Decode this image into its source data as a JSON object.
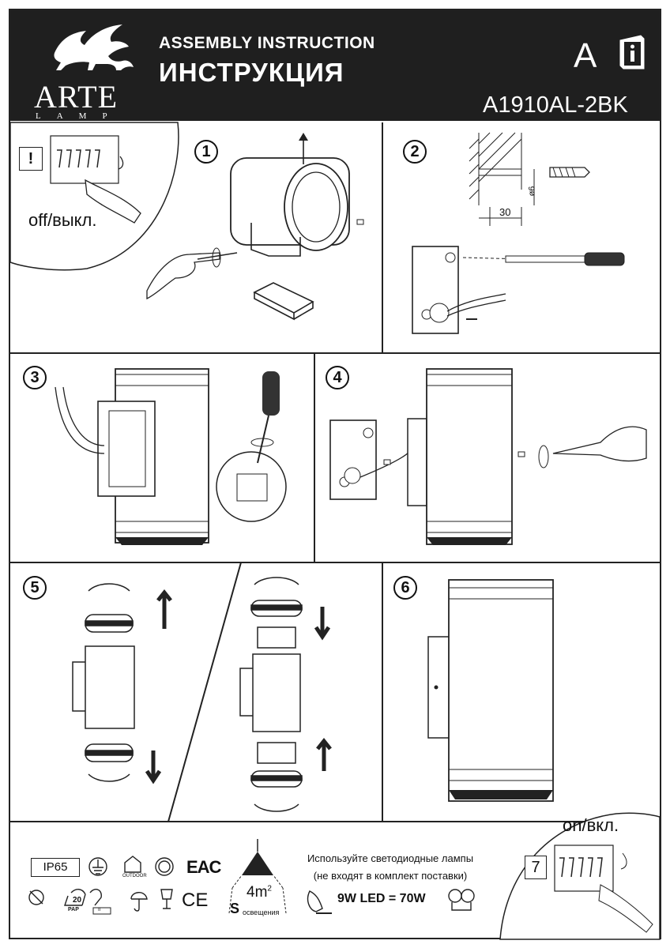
{
  "header": {
    "brand": "ARTE",
    "brand_sub": "LAMP",
    "title_en": "ASSEMBLY INSTRUCTION",
    "title_ru": "ИНСТРУКЦИЯ",
    "letter": "A",
    "model": "A1910AL-2BK"
  },
  "steps": {
    "s1": "1",
    "s2": "2",
    "s3": "3",
    "s4": "4",
    "s5": "5",
    "s6": "6",
    "s7": "7"
  },
  "labels": {
    "off": "off/выкл.",
    "on": "on/вкл.",
    "warning": "!",
    "dim_30": "30",
    "dim_6": "ø6"
  },
  "footer": {
    "ip": "IP65",
    "outdoor": "OUTDOOR",
    "recycle_num": "20",
    "recycle_code": "PAP",
    "class_num": "II",
    "area": "4m",
    "area_sup": "2",
    "area_s": "S",
    "area_caption": "освещения",
    "note_line1": "Используйте светодиодные лампы",
    "note_line2": "(не входят в комплект поставки)",
    "led": "9W LED = 70W",
    "ce": "CE",
    "eac": "EAC"
  }
}
